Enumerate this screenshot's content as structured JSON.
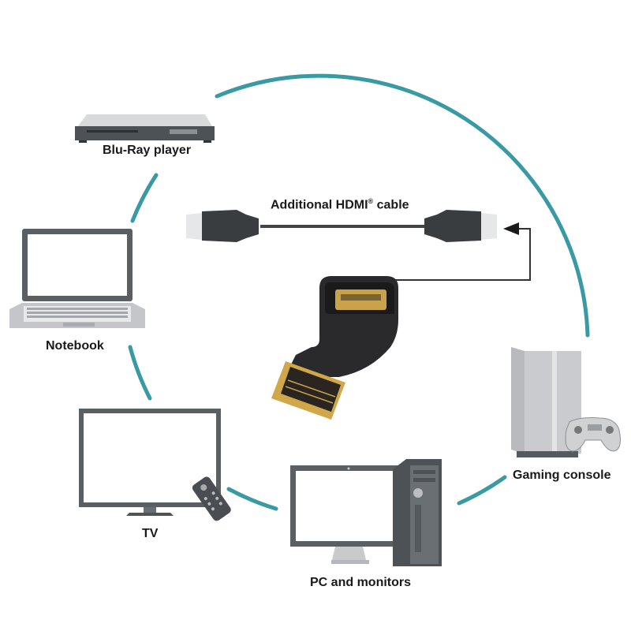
{
  "devices": {
    "bluray": "Blu-Ray player",
    "notebook": "Notebook",
    "tv": "TV",
    "pc": "PC and monitors",
    "console": "Gaming console"
  },
  "cable": {
    "label_main": "Additional HDMI",
    "label_reg": "®",
    "label_tail": " cable"
  },
  "colors": {
    "ring": "#3a9aa4",
    "device_gray": "#b9bbbe",
    "device_dark": "#555a5f",
    "adapter_black": "#2a2a2c",
    "gold": "#c9a24a"
  }
}
